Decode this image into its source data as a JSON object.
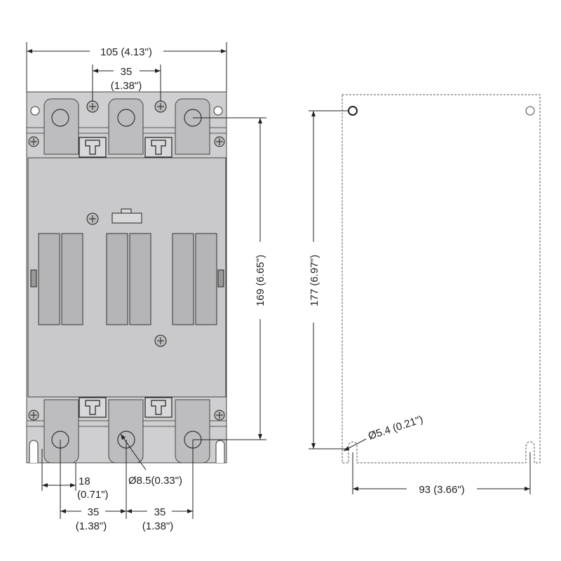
{
  "front_view": {
    "width_dim": "105 (4.13\")",
    "screw_pitch_dim": "35",
    "screw_pitch_dim_in": "(1.38\")",
    "hole_height_dim": "169 (6.65\")",
    "edge_dim": "18",
    "edge_dim_in": "(0.71\")",
    "pole_pitch_left": "35",
    "pole_pitch_left_in": "(1.38\")",
    "pole_pitch_right": "35",
    "pole_pitch_right_in": "(1.38\")",
    "terminal_hole_dim": "Ø8.5(0.33\")"
  },
  "mounting_template": {
    "height_dim": "177 (6.97\")",
    "hole_dim": "Ø5.4 (0.21\")",
    "width_dim": "93 (3.66\")"
  }
}
